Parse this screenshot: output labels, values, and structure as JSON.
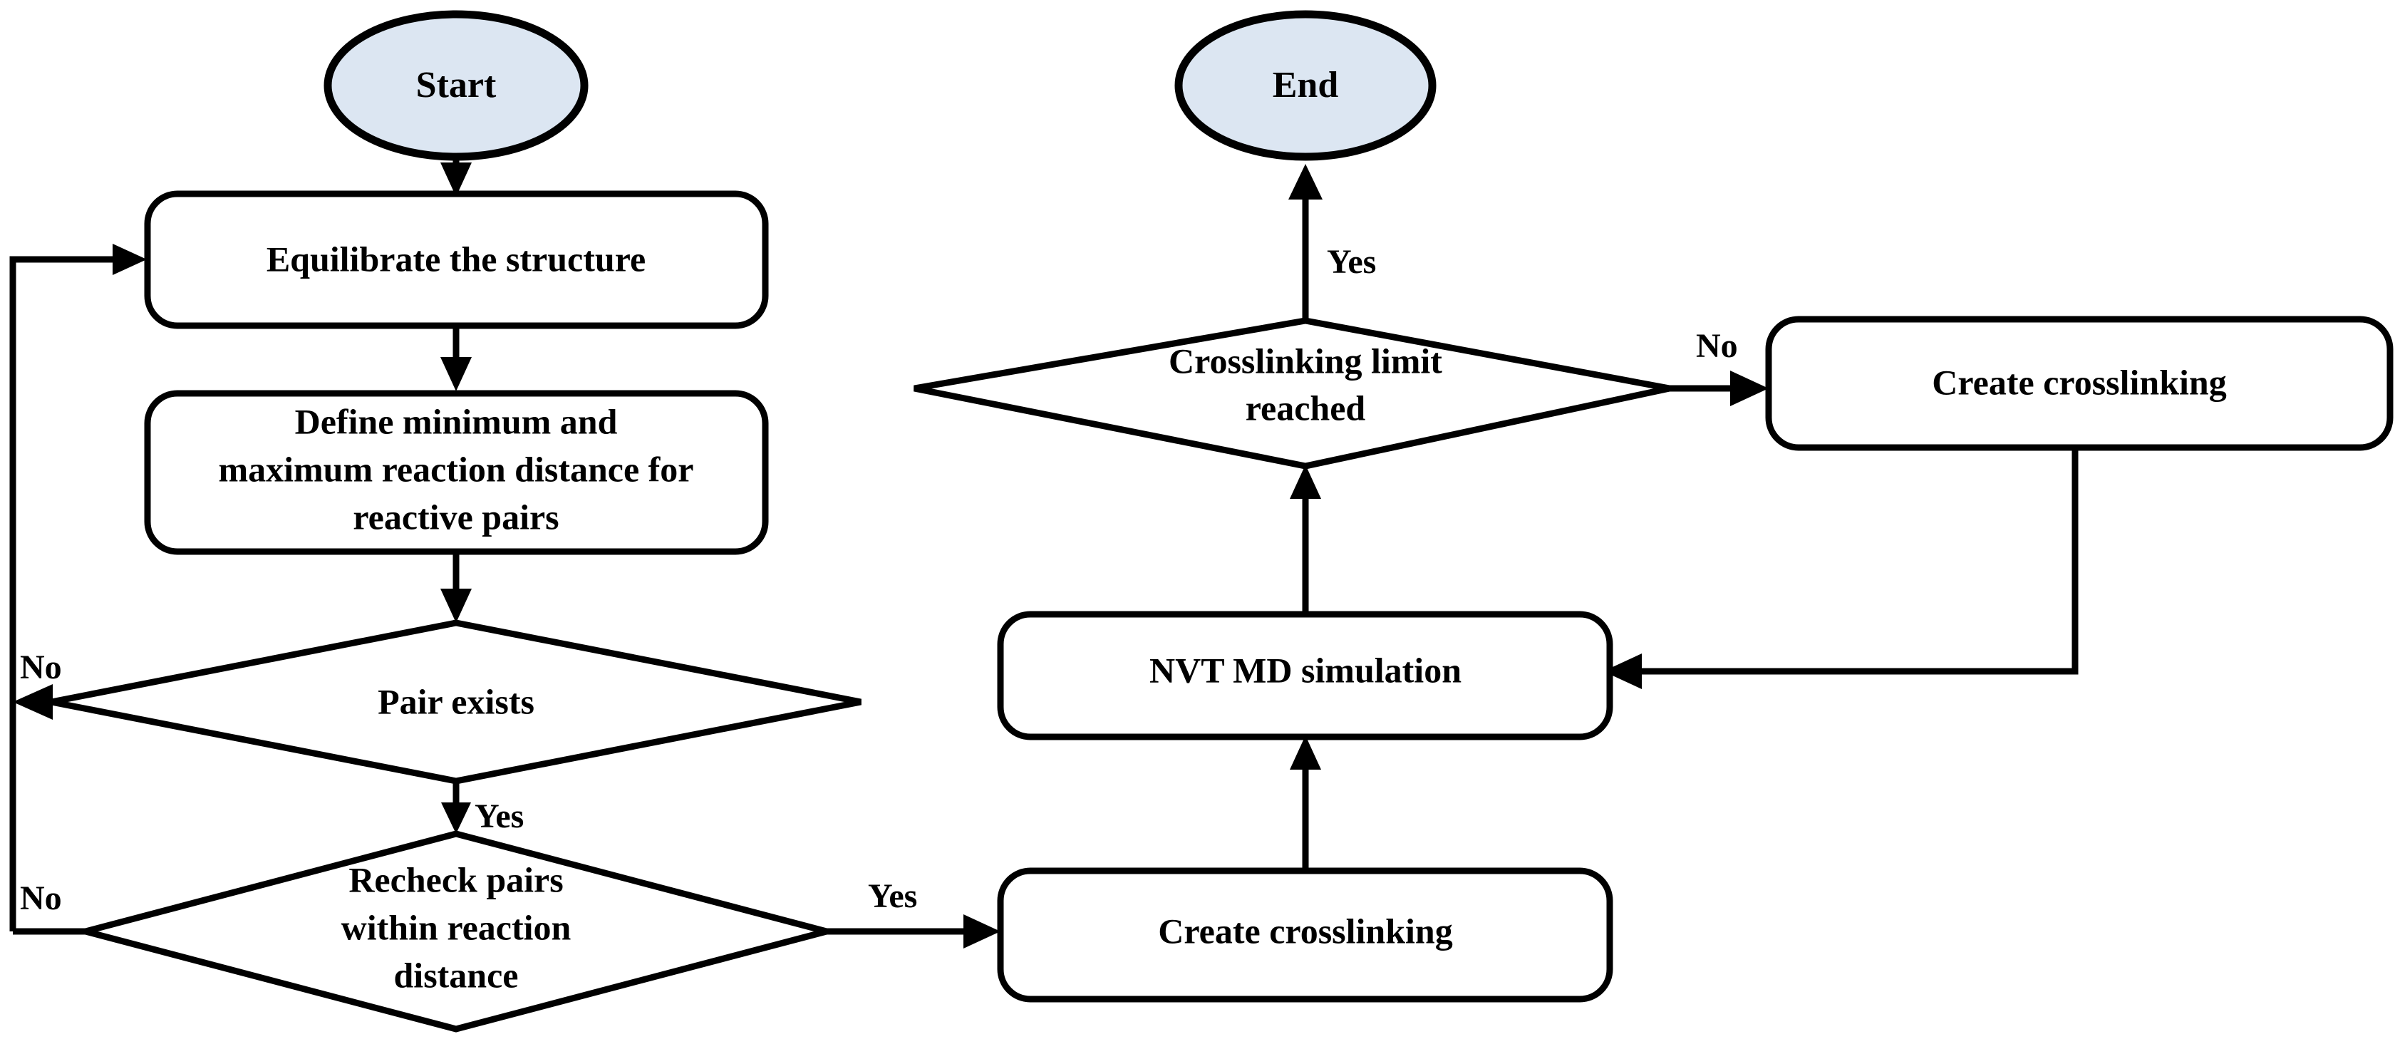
{
  "diagram": {
    "type": "flowchart",
    "title": "",
    "background_color": "#ffffff",
    "line_color": "#000000",
    "terminal_fill_color": "#dce6f2",
    "process_fill_color": "#ffffff",
    "nodes": {
      "start": {
        "id": "start",
        "shape": "ellipse",
        "label": "Start"
      },
      "equilibrate": {
        "id": "equilibrate",
        "shape": "rounded-rectangle",
        "label": "Equilibrate the structure"
      },
      "define_distance_line1": {
        "id": "define_distance_line1",
        "label": "Define minimum and"
      },
      "define_distance_line2": {
        "id": "define_distance_line2",
        "label": "maximum reaction distance for"
      },
      "define_distance_line3": {
        "id": "define_distance_line3",
        "label": "reactive pairs"
      },
      "pair_exists": {
        "id": "pair_exists",
        "shape": "diamond",
        "label": "Pair exists"
      },
      "recheck_line1": {
        "id": "recheck_line1",
        "label": "Recheck pairs"
      },
      "recheck_line2": {
        "id": "recheck_line2",
        "label": "within reaction"
      },
      "recheck_line3": {
        "id": "recheck_line3",
        "label": "distance"
      },
      "create_crosslinking_bottom": {
        "id": "create_crosslinking_bottom",
        "shape": "rounded-rectangle",
        "label": "Create crosslinking"
      },
      "nvt_md": {
        "id": "nvt_md",
        "shape": "rounded-rectangle",
        "label": "NVT MD simulation"
      },
      "limit_line1": {
        "id": "limit_line1",
        "label": "Crosslinking limit"
      },
      "limit_line2": {
        "id": "limit_line2",
        "label": "reached"
      },
      "create_crosslinking_right": {
        "id": "create_crosslinking_right",
        "shape": "rounded-rectangle",
        "label": "Create crosslinking"
      },
      "end": {
        "id": "end",
        "shape": "ellipse",
        "label": "End"
      }
    },
    "edge_labels": {
      "pair_exists_no": "No",
      "pair_exists_yes": "Yes",
      "recheck_no": "No",
      "recheck_yes": "Yes",
      "limit_yes": "Yes",
      "limit_no": "No"
    }
  }
}
